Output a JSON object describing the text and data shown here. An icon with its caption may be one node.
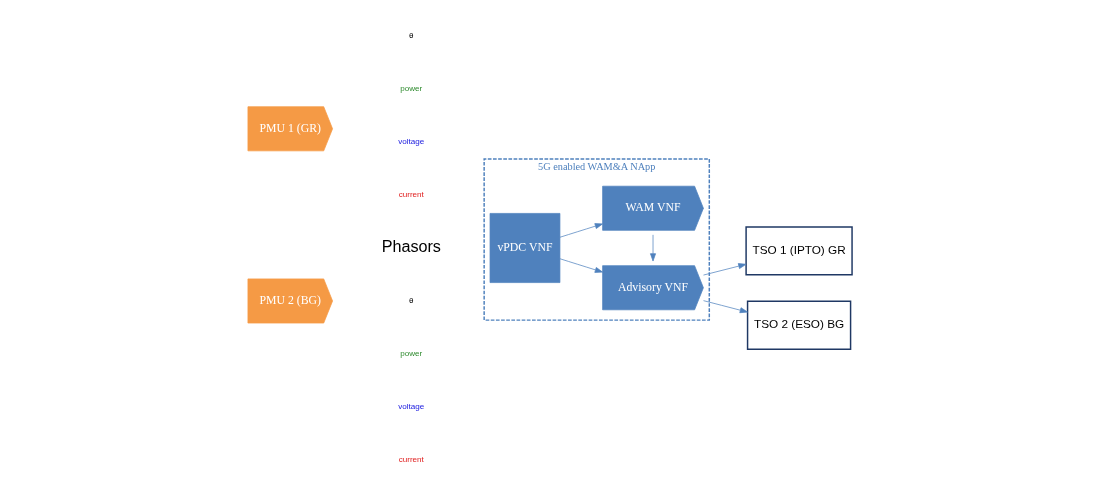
{
  "diagram": {
    "nodes": [
      {
        "text": [
          "PMU 1 (GR)"
        ]
      },
      {
        "text": [
          "PMU 2 (BG)"
        ]
      },
      {
        "text": [
          "5G enabled WAM&A NApp"
        ]
      },
      {
        "text": [
          "vPDC VNF"
        ],
        "in": 2
      },
      {
        "text": [
          "Advisory VNF"
        ],
        "in": 2
      },
      {
        "text": [
          "WAM VNF"
        ],
        "in": 2
      },
      {
        "text": [
          "TSO 1 (IPTO) GR"
        ]
      },
      {
        "text": [
          "TSO 2 (ESO) BG"
        ]
      }
    ],
    "edges": [
      {
        "from": 3,
        "to": 4,
        "arrow": "to"
      },
      {
        "from": 3,
        "to": 5,
        "arrow": "to"
      },
      {
        "from": 5,
        "to": 4,
        "arrow": "to"
      },
      {
        "from": 4,
        "to": 6,
        "arrow": "to"
      },
      {
        "from": 4,
        "to": 7,
        "arrow": "to"
      }
    ],
    "labels": [
      "θ",
      "power",
      "voltage",
      "current",
      "Phasors",
      "θ",
      "power",
      "voltage",
      "current"
    ]
  }
}
